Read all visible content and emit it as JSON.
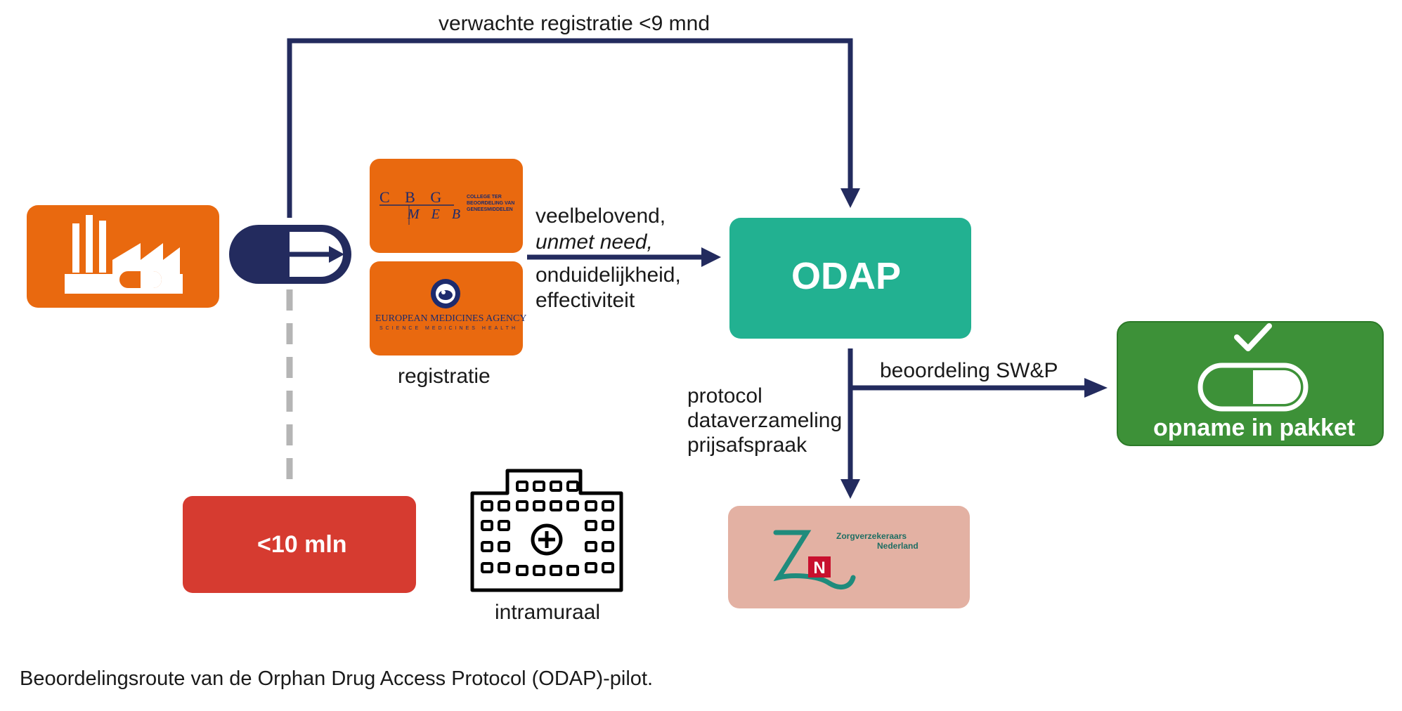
{
  "top_route_label": "verwachte registratie <9 mnd",
  "middle_labels": {
    "line1": "veelbelovend,",
    "line2": "unmet need,",
    "line3": "onduidelijkheid,",
    "line4": "effectiviteit"
  },
  "registratie_label": "registratie",
  "odap_label": "ODAP",
  "beoordeling_label": "beoordeling SW&P",
  "protocol_lines": {
    "line1": "protocol",
    "line2": "dataverzameling",
    "line3": "prijsafspraak"
  },
  "pakket_label": "opname in pakket",
  "threshold_label": "<10 mln",
  "intramuraal_label": "intramuraal",
  "logos": {
    "cbg_letters": "C B G",
    "meb_letters": "M E B",
    "cbg_text": "COLLEGE TER BEOORDELING VAN GENEESMIDDELEN",
    "ema_name": "EUROPEAN MEDICINES AGENCY",
    "ema_tagline": "SCIENCE MEDICINES HEALTH",
    "zn_text1": "Zorgverzekeraars",
    "zn_text2": "Nederland"
  },
  "caption": "Beoordelingsroute van de Orphan Drug Access Protocol (ODAP)-pilot.",
  "colors": {
    "navy": "#232b5e",
    "orange": "#e9690f",
    "teal": "#22b191",
    "green": "#3d9138",
    "red": "#d63b30",
    "pink": "#e3b1a3",
    "gray": "#b5b5b5"
  }
}
